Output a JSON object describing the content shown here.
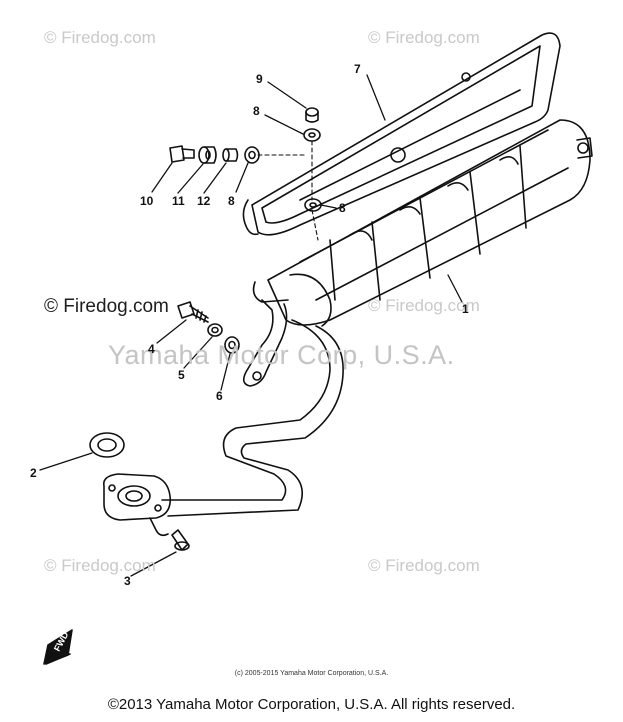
{
  "watermarks": {
    "firedog": "© Firedog.com",
    "firedog_dark": "© Firedog.com",
    "yamaha": "Yamaha Motor Corp, U.S.A."
  },
  "callouts": {
    "c1": "1",
    "c2": "2",
    "c3": "3",
    "c4": "4",
    "c5": "5",
    "c6": "6",
    "c7": "7",
    "c8a": "8",
    "c8b": "8",
    "c8c": "8",
    "c9": "9",
    "c10": "10",
    "c11": "11",
    "c12": "12"
  },
  "fwd_label": "FWD",
  "small_copyright": "(c) 2005-2015 Yamaha Motor Corporation, U.S.A.",
  "footer": "©2013 Yamaha Motor Corporation, U.S.A. All rights reserved.",
  "colors": {
    "line": "#111111",
    "watermark": "#c9c9c9"
  }
}
